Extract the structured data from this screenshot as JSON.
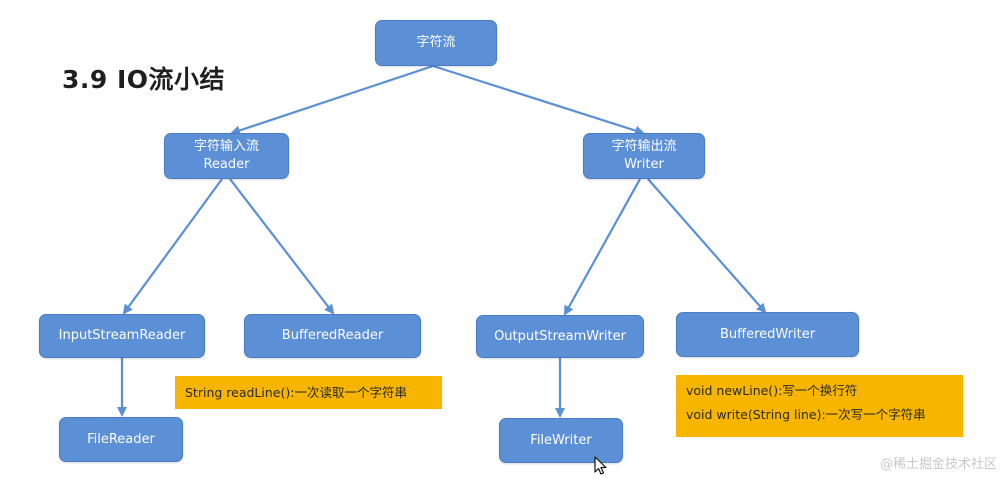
{
  "title": "3.9 IO流小结",
  "nodes": {
    "root": {
      "label": "字符流"
    },
    "reader": {
      "line1": "字符输入流",
      "line2": "Reader"
    },
    "writer": {
      "line1": "字符输出流",
      "line2": "Writer"
    },
    "input_stream_reader": {
      "label": "InputStreamReader"
    },
    "buffered_reader": {
      "label": "BufferedReader"
    },
    "output_stream_writer": {
      "label": "OutputStreamWriter"
    },
    "buffered_writer": {
      "label": "BufferedWriter"
    },
    "file_reader": {
      "label": "FileReader"
    },
    "file_writer": {
      "label": "FileWriter"
    }
  },
  "notes": {
    "buffered_reader": [
      "String readLine():一次读取一个字符串"
    ],
    "buffered_writer": [
      "void newLine():写一个换行符",
      "void write(String line):一次写一个字符串"
    ]
  },
  "watermark": "@稀土掘金技术社区",
  "colors": {
    "node_fill": "#5b8fd6",
    "note_fill": "#f8b500",
    "arrow": "#5b8fd6"
  }
}
